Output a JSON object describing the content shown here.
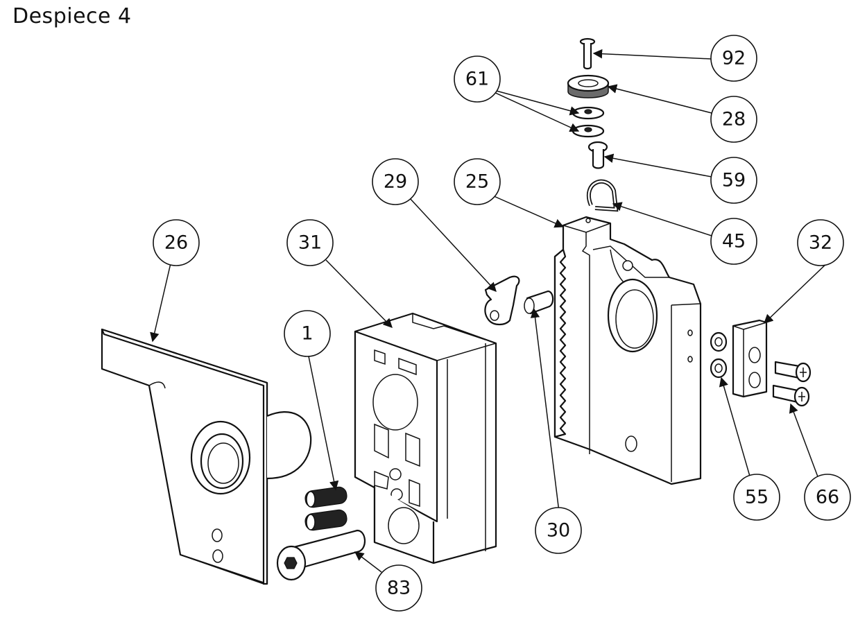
{
  "title": "Despiece 4",
  "balloons": [
    {
      "id": "b92",
      "label": "92"
    },
    {
      "id": "b61",
      "label": "61"
    },
    {
      "id": "b28",
      "label": "28"
    },
    {
      "id": "b59",
      "label": "59"
    },
    {
      "id": "b29",
      "label": "29"
    },
    {
      "id": "b25",
      "label": "25"
    },
    {
      "id": "b45",
      "label": "45"
    },
    {
      "id": "b26",
      "label": "26"
    },
    {
      "id": "b31",
      "label": "31"
    },
    {
      "id": "b32",
      "label": "32"
    },
    {
      "id": "b1",
      "label": "1"
    },
    {
      "id": "b30",
      "label": "30"
    },
    {
      "id": "b55",
      "label": "55"
    },
    {
      "id": "b66",
      "label": "66"
    },
    {
      "id": "b83",
      "label": "83"
    }
  ]
}
